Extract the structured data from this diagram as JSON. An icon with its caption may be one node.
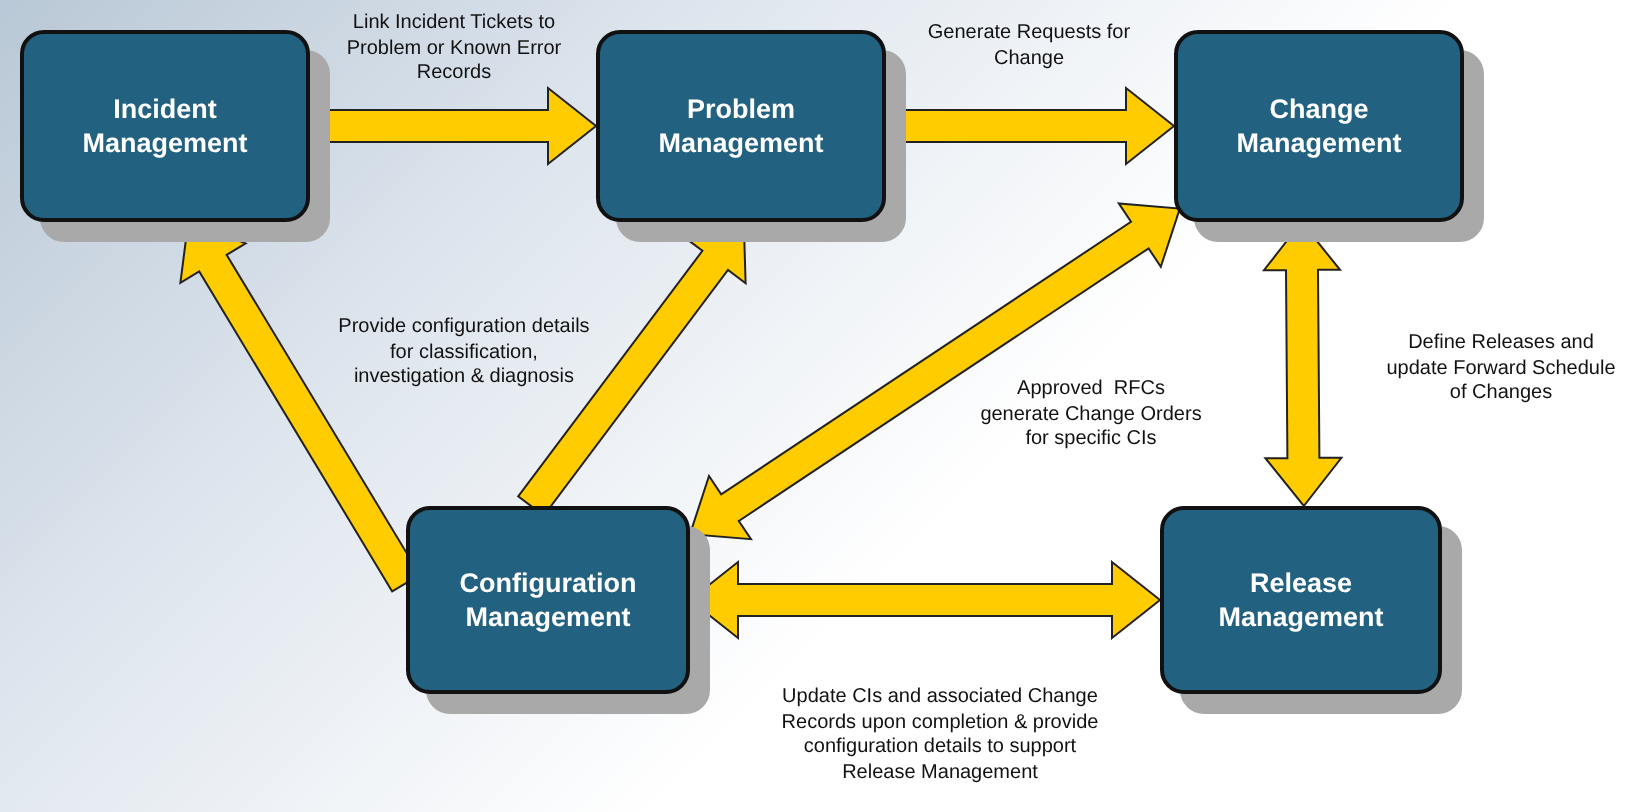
{
  "diagram": {
    "nodes": [
      {
        "text": [
          "Incident Management"
        ]
      },
      {
        "text": [
          "Problem Management"
        ]
      },
      {
        "text": [
          "Change Management"
        ]
      },
      {
        "text": [
          "Configuration Management"
        ]
      },
      {
        "text": [
          "Release Management"
        ]
      }
    ],
    "edges": [
      {
        "from": 0,
        "to": 1,
        "arrow": "to",
        "label": "Link Incident Tickets to Problem or Known Error Records"
      },
      {
        "from": 1,
        "to": 2,
        "arrow": "to",
        "label": "Generate Requests for Change"
      },
      {
        "from": 2,
        "to": 4,
        "arrow": "both",
        "label": "Define Releases and update Forward Schedule of Changes"
      },
      {
        "from": 3,
        "to": 4,
        "arrow": "both",
        "label": "Update CIs and associated Change Records upon completion & provide configuration details to support Release Management"
      },
      {
        "from": 3,
        "to": 0,
        "arrow": "to"
      },
      {
        "from": 3,
        "to": 1,
        "arrow": "to"
      },
      {
        "from": 2,
        "to": 3,
        "arrow": "both",
        "label": "Approved  RFCs generate Change Orders for specific CIs"
      }
    ],
    "labels": [
      "Provide configuration details for classification, investigation & diagnosis"
    ]
  }
}
